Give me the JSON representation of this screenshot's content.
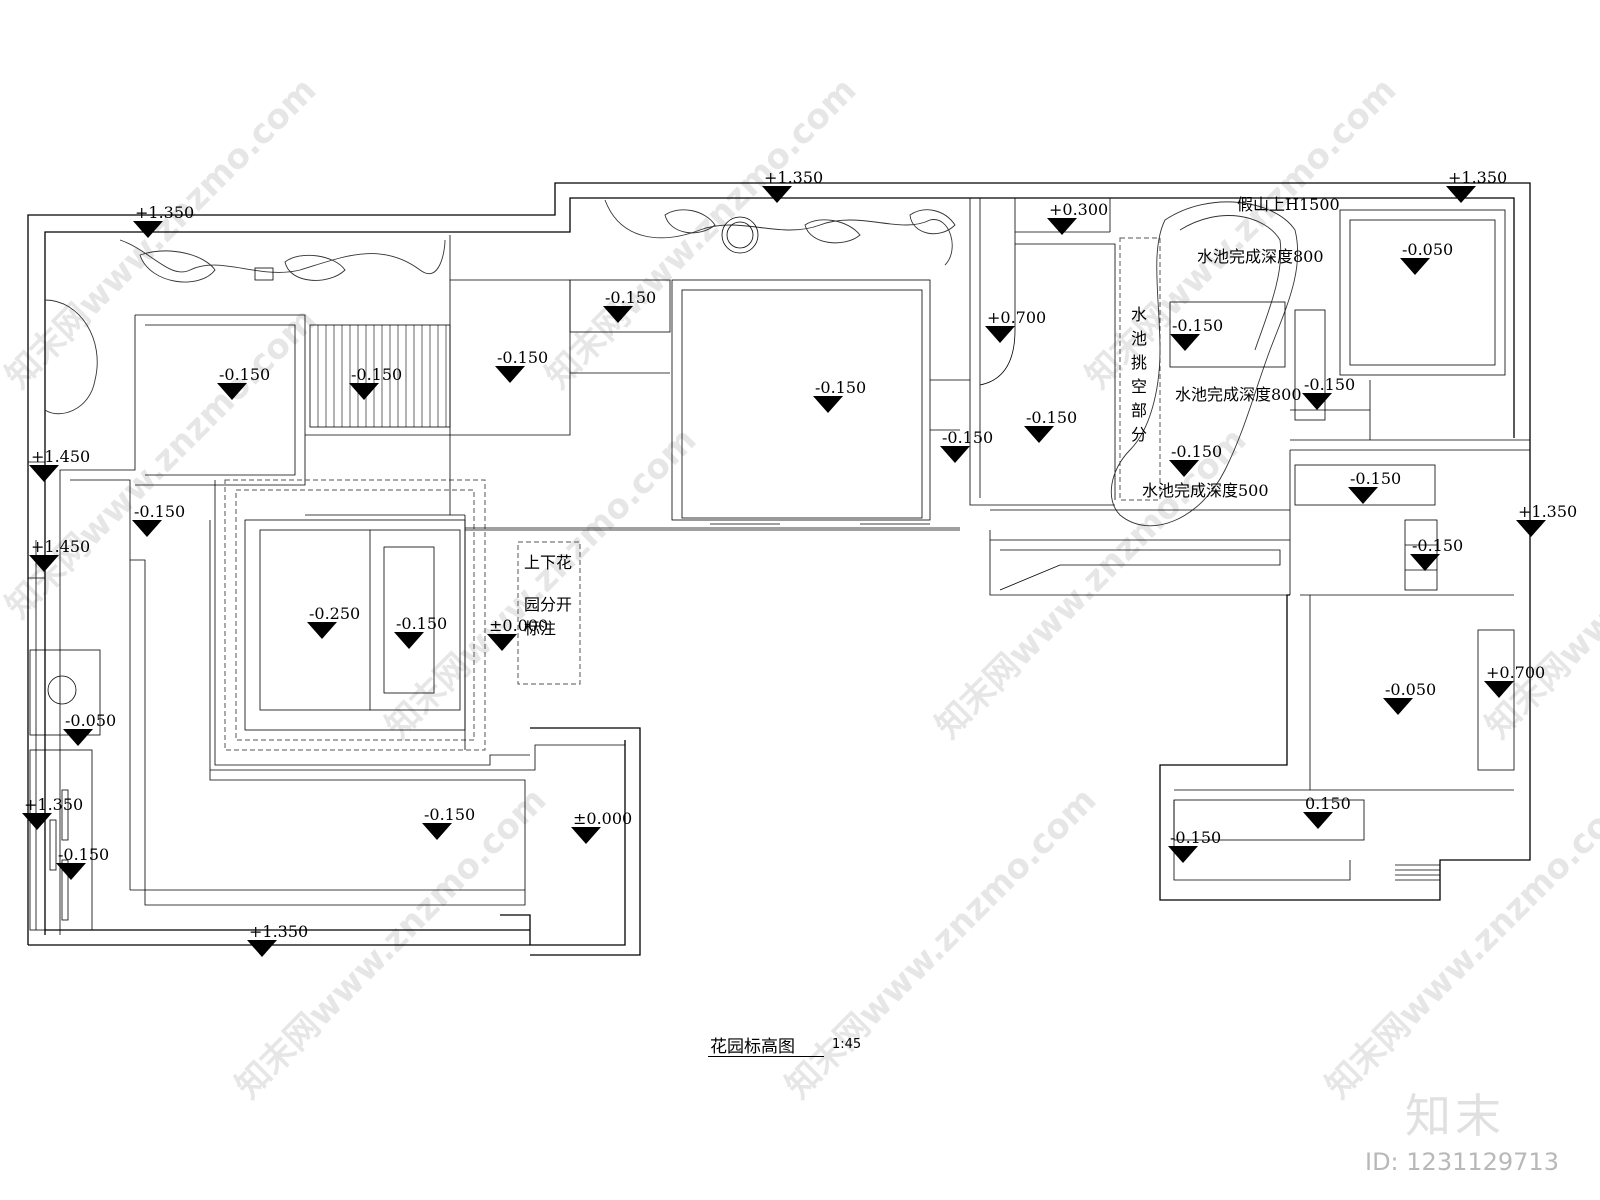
{
  "title": "花园标高图",
  "scale": "1:45",
  "watermark": {
    "site": "知末网www.znzmo.com",
    "brand": "知末",
    "id": "ID: 1231129713",
    "color": "#e6e6e6"
  },
  "elevations": [
    "+1.350",
    "+1.350",
    "+1.350",
    "+1.450",
    "+1.450",
    "+1.350",
    "+1.350",
    "+0.300",
    "+0.700",
    "+1.350",
    "+0.700",
    "-0.150",
    "-0.150",
    "-0.150",
    "-0.150",
    "-0.150",
    "-0.150",
    "-0.150",
    "-0.150",
    "-0.150",
    "-0.150",
    "-0.150",
    "-0.150",
    "-0.150",
    "-0.150",
    "-0.150",
    "-0.150",
    "-0.150",
    "-0.250",
    "±0.000",
    "±0.000",
    "-0.050",
    "-0.050",
    "-0.050",
    "0.150"
  ],
  "notes": {
    "rockery": "假山上H1500",
    "pool_depth_800_a": "水池完成深度800",
    "pool_depth_800_b": "水池完成深度800",
    "pool_depth_500": "水池完成深度500",
    "pool_cantilever": [
      "水",
      "池",
      "挑",
      "空",
      "部",
      "分"
    ],
    "garden_split": [
      "上下花",
      "园分开",
      "标注"
    ]
  }
}
